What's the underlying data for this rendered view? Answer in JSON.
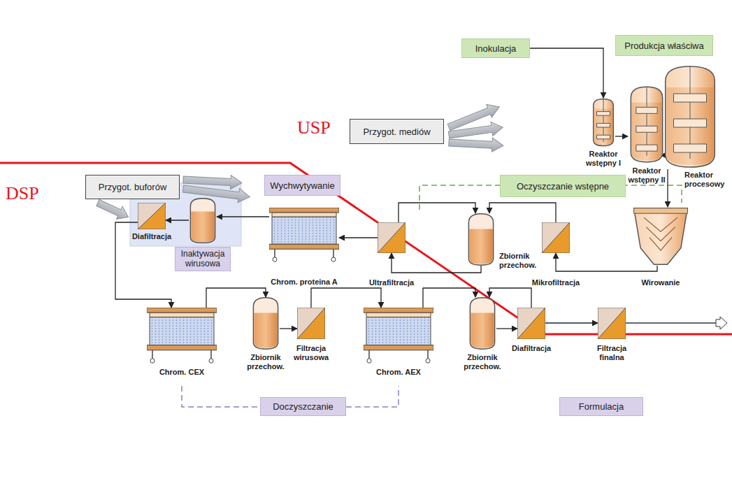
{
  "diagram": {
    "nodes": [
      {
        "text": [
          "Produkcja właściwa"
        ]
      },
      {
        "text": [
          "Inokulacja"
        ]
      },
      {
        "text": [
          "Przygot. mediów"
        ]
      },
      {
        "text": [
          "Reaktor wstępny I"
        ]
      },
      {
        "text": [
          "Reaktor wstępny II"
        ]
      },
      {
        "text": [
          "Reaktor procesowy"
        ]
      },
      {
        "text": [
          "Przygot. buforów"
        ]
      },
      {
        "text": [
          "Wychwytywanie"
        ]
      },
      {
        "text": [
          "Oczyszczanie wstępne"
        ]
      },
      {
        "text": [
          "Diafiltracja"
        ]
      },
      {
        "text": [
          "Inaktywacja wirusowa"
        ]
      },
      {
        "text": [
          "Chrom. proteina A"
        ]
      },
      {
        "text": [
          "Ultrafiltracja"
        ]
      },
      {
        "text": [
          "Zbiornik przechow."
        ]
      },
      {
        "text": [
          "Mikrofiltracja"
        ]
      },
      {
        "text": [
          "Wirowanie"
        ]
      },
      {
        "text": [
          "Chrom. CEX"
        ]
      },
      {
        "text": [
          "Zbiornik przechow."
        ]
      },
      {
        "text": [
          "Filtracja wirusowa"
        ]
      },
      {
        "text": [
          "Chrom. AEX"
        ]
      },
      {
        "text": [
          "Zbiornik przechow."
        ]
      },
      {
        "text": [
          "Diafiltracja"
        ]
      },
      {
        "text": [
          "Filtracja finalna"
        ]
      },
      {
        "text": [
          "Doczyszczanie"
        ]
      },
      {
        "text": [
          "Formulacja"
        ]
      }
    ],
    "edges": [
      {
        "from": 1,
        "to": 3,
        "arrow": "to"
      },
      {
        "from": 3,
        "to": 4,
        "arrow": "to"
      },
      {
        "from": 4,
        "to": 5,
        "arrow": "to"
      },
      {
        "from": 5,
        "to": 15,
        "arrow": "to"
      },
      {
        "from": 15,
        "to": 14,
        "arrow": "to"
      },
      {
        "from": 14,
        "to": 13,
        "arrow": "to"
      },
      {
        "from": 13,
        "to": 12,
        "arrow": "to"
      },
      {
        "from": 12,
        "to": 13,
        "arrow": "to"
      },
      {
        "from": 12,
        "to": 11,
        "arrow": "to"
      },
      {
        "from": 11,
        "to": 10,
        "arrow": "to"
      },
      {
        "from": 10,
        "to": 9,
        "arrow": "to"
      },
      {
        "from": 9,
        "to": 16,
        "arrow": "to"
      },
      {
        "from": 16,
        "to": 17,
        "arrow": "to"
      },
      {
        "from": 17,
        "to": 18,
        "arrow": "to"
      },
      {
        "from": 18,
        "to": 19,
        "arrow": "to"
      },
      {
        "from": 19,
        "to": 20,
        "arrow": "to"
      },
      {
        "from": 20,
        "to": 21,
        "arrow": "to"
      },
      {
        "from": 21,
        "to": 20,
        "arrow": "to"
      },
      {
        "from": 21,
        "to": 22,
        "arrow": "to"
      }
    ],
    "labels": [
      "USP",
      "DSP"
    ]
  }
}
